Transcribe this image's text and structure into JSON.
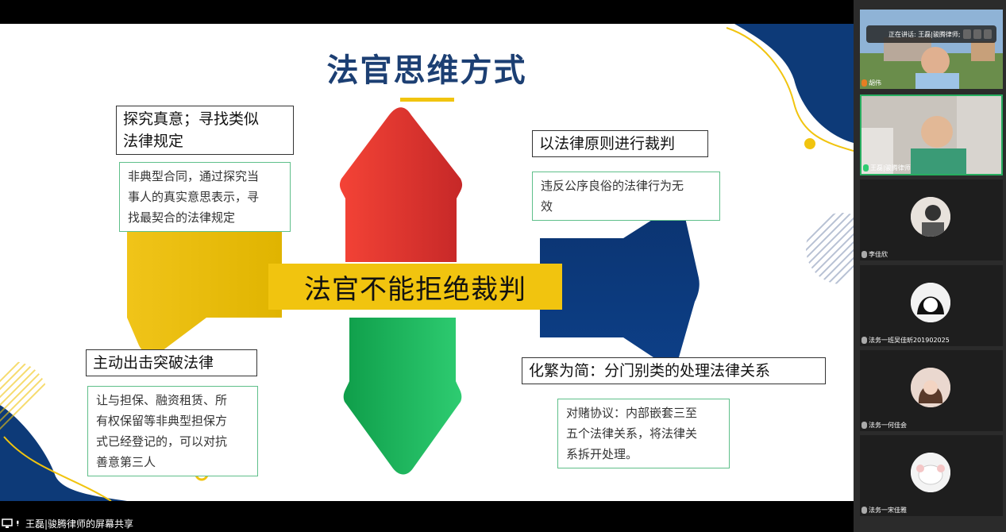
{
  "slide": {
    "title": "法官思维方式",
    "center": "法官不能拒绝裁判",
    "top_left": {
      "heading_line1": "探究真意；寻找类似",
      "heading_line2": "法律规定",
      "detail_line1": "非典型合同，通过探究当",
      "detail_line2": "事人的真实意思表示，寻",
      "detail_line3": "找最契合的法律规定"
    },
    "top_right": {
      "heading": "以法律原则进行裁判",
      "detail_line1": "违反公序良俗的法律行为无",
      "detail_line2": "效"
    },
    "bottom_left": {
      "heading": "主动出击突破法律",
      "detail_line1": "让与担保、融资租赁、所",
      "detail_line2": "有权保留等非典型担保方",
      "detail_line3": "式已经登记的，可以对抗",
      "detail_line4": "善意第三人"
    },
    "bottom_right": {
      "heading": "化繁为简：分门别类的处理法律关系",
      "detail_line1": "对赌协议：内部嵌套三至",
      "detail_line2": "五个法律关系，将法律关",
      "detail_line3": "系拆开处理。"
    }
  },
  "statusbar": {
    "share_label": "王磊|骏腾律师的屏幕共享"
  },
  "participants": {
    "speaking_label": "正在讲话: 王磊|骏腾律师;",
    "items": [
      {
        "name": "胡伟",
        "kind": "video"
      },
      {
        "name": "王磊|骏腾律师",
        "kind": "video"
      },
      {
        "name": "李佳欣",
        "kind": "avatar"
      },
      {
        "name": "法务一班吴佳昕201902025",
        "kind": "avatar"
      },
      {
        "name": "法务一何佳会",
        "kind": "avatar"
      },
      {
        "name": "法务一宋佳雅",
        "kind": "avatar"
      }
    ]
  },
  "colors": {
    "red_arrow": "#e53935",
    "blue_arrow": "#0d3a78",
    "yellow_arrow": "#f0c419",
    "green_arrow": "#1db954",
    "title": "#1c3f73",
    "active_border": "#27ae60"
  }
}
